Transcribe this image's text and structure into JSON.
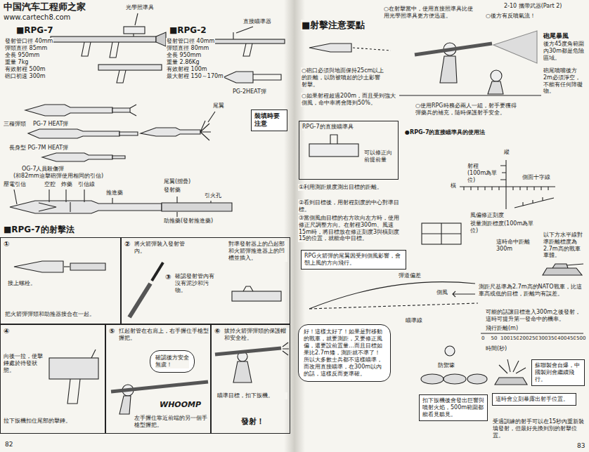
{
  "diagram": {
    "nodes": [
      {
        "text": [
          "裝填時要注意"
        ]
      },
      {
        "text": [
          "①",
          "接上螺栓。",
          "把火箭彈彈頭和助推器接合在一起。"
        ]
      },
      {
        "text": [
          "②",
          "將火箭彈裝入發射管內。",
          "③",
          "確認發射管內有沒有泥沙和污物。",
          "對準發射器上的凸起部和火箭彈推進器上的凹槽並插入。"
        ]
      },
      {
        "text": [
          "④",
          "向後一拉，使擊錘處於待發狀態。",
          "拉下扳機扣住尾部的擊錘。"
        ]
      },
      {
        "text": [
          "⑤",
          "扛起射管在右肩上，右手握住手槍型握把。",
          "左手握住靠近前端的另一個手槍型握把。"
        ]
      },
      {
        "text": [
          "確認後方安全無虞！"
        ],
        "in": 4
      },
      {
        "text": [
          "⑥",
          "拔掉火箭彈彈頭的保護帽和安全栓。",
          "瞄準目標，扣下扳機。"
        ]
      },
      {
        "text": [
          "RPG-7的直接瞄準具",
          "可以修正向前提前量"
        ]
      },
      {
        "text": [
          "RPG火箭彈的尾翼因受到側風影響，會朝上風的方向飛行。"
        ]
      },
      {
        "text": [
          "好！這樣太好了！如果是對移動的戰車，就要測距，又要修正風偏，還要設前置量…而且目標如果比2.7m矮，測距就不準了！所以大多數士兵都不這樣瞄準，而改用直接瞄準，在300m以內的話，這樣反而更準確。"
        ]
      },
      {
        "text": [
          "扣下扳機後會發出巨響與噴射火焰，500m範圍都能看見聽見。"
        ]
      },
      {
        "text": [
          "這時會立刻暴露出射手位置。"
        ]
      },
      {
        "text": [
          "蘇聯製會自爆，中國製則會繼續飛行。"
        ]
      }
    ],
    "labels": [
      "中国汽车工程师之家",
      "www.cartech8.com",
      "光學照準具",
      "■RPG-7",
      "發射管口徑 40mm",
      "彈頭直徑 85mm",
      "全長 950mm",
      "重量 7kg",
      "有效射程 500m",
      "砲口初速 300m",
      "■RPG-2",
      "直接瞄準器",
      "發射管口徑 40mm",
      "彈頭直徑 80mm",
      "全長 950mm",
      "重量 2.86Kg",
      "有效射程 100m",
      "最大射程 150～170m",
      "PG-2HEAT彈",
      "三種彈頭",
      "PG-7 HEAT彈",
      "尾翼",
      "長身型 PG-7M HEAT彈",
      "OG-7人員殺傷彈",
      "(和82mm迫擊砲彈使用相同的引信)",
      "壓電引信",
      "空腔",
      "炸藥",
      "引信線",
      "推進藥",
      "尾翼(摺疊)",
      "發射藥",
      "引火孔",
      "助推藥(發射推進藥)",
      "■RPG-7的射擊法",
      "WHOOMP",
      "發射！",
      "82",
      "2-10 攜帶武器(Part 2)",
      "■射擊注意要點",
      "○在射擊當中，使用直接照準具比使用光學照準具更方便迅速。",
      "○後方有反噴氣流！",
      "砲尾暴風",
      "後方45度角範圍內30m都是危險區域。",
      "砲尾噴嘴後方2m必須淨空，不能有任何障礙物。",
      "○砲口必須與地面保持25cm以上的距離，以防被噴起的沙土影響射擊。",
      "○如果射程超過200m，而且受到強大側風，命中率將會降到50%。",
      "○使用RPG時務必兩人一組，射手要獲得彈藥兵的補充，隨時保護射手安全。",
      "●RPG-7的直接瞄準具的使用法",
      "①利用測距規度測出目標的距離。",
      "②看到目標後，用射程刻度的中心對準目標。",
      "③當側風由目標的右方吹向左方時，使用修正尺調整方向。在射程300m、風速15m時，將目標放在修正刻度3與橫刻度15的位置，就能命中目標。",
      "縱",
      "橫",
      "射程 (100m為單位)",
      "側面十字線",
      "風偏修正刻度",
      "視量測距標度(100m為單位)",
      "這時命中距離300m",
      "以下方水平線對準距離標度為2.7m高的戰車車體。",
      "測距尺基準為2.7m高的NATO戰車，比這車高或低的目標，距離均有誤差。",
      "彈道偏差",
      "側風",
      "瞄準線",
      "可能的話讓目標進入300m之後發射，這時可提升第一發命中的機率。",
      "飛行距離(m)",
      "0",
      "50",
      "100",
      "150",
      "200",
      "250",
      "300",
      "350",
      "400",
      "450",
      "500",
      "時間(秒)",
      "防禦壕",
      "受過訓練的射手可以在15秒內重新裝填發射，但最好先換到別的射擊位置。",
      "83"
    ]
  }
}
